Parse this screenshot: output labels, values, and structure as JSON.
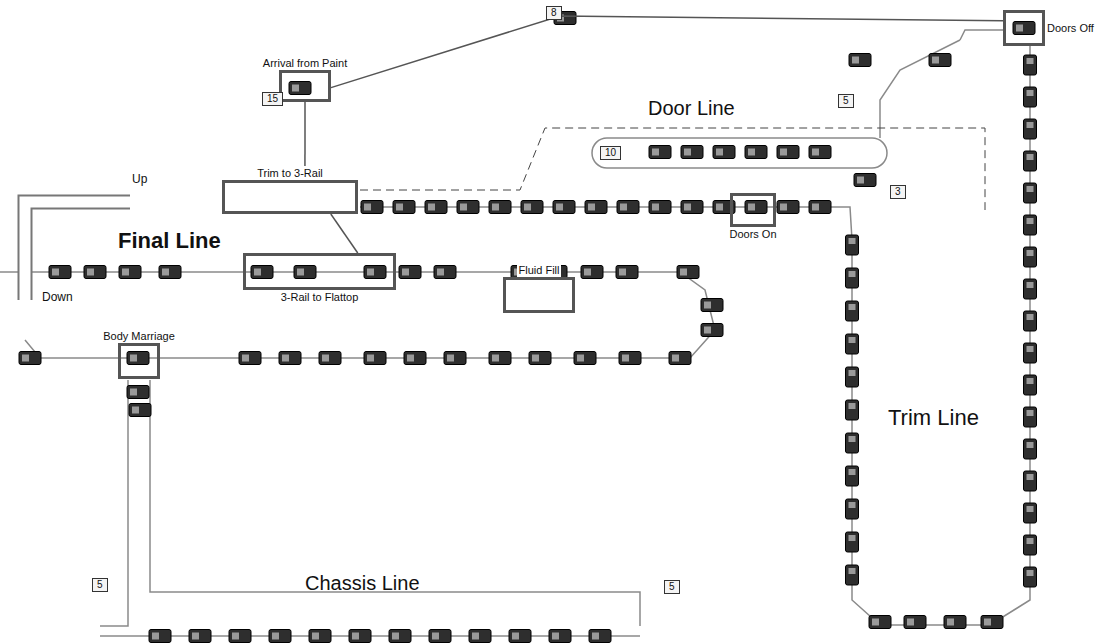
{
  "diagram": {
    "nodes": [
      {
        "text": [
          "Doors Off"
        ]
      },
      {
        "text": [
          "Arrival from Paint"
        ]
      },
      {
        "text": [
          "Trim to 3-Rail"
        ]
      },
      {
        "text": [
          "Doors On"
        ]
      },
      {
        "text": [
          "3-Rail to Flattop"
        ]
      },
      {
        "text": [
          "Fluid Fill"
        ]
      },
      {
        "text": [
          "Body Marriage"
        ]
      }
    ],
    "edges": [
      {
        "from": 1,
        "to": 2,
        "arrow": "none"
      },
      {
        "from": 1,
        "to": 0,
        "arrow": "none"
      },
      {
        "from": 2,
        "to": 4,
        "arrow": "none"
      }
    ],
    "labels": [
      "Door Line",
      "Up",
      "Final Line",
      "Down",
      "Trim Line",
      "Chassis Line",
      "15",
      "10",
      "5",
      "3",
      "8",
      "5",
      "5"
    ]
  }
}
